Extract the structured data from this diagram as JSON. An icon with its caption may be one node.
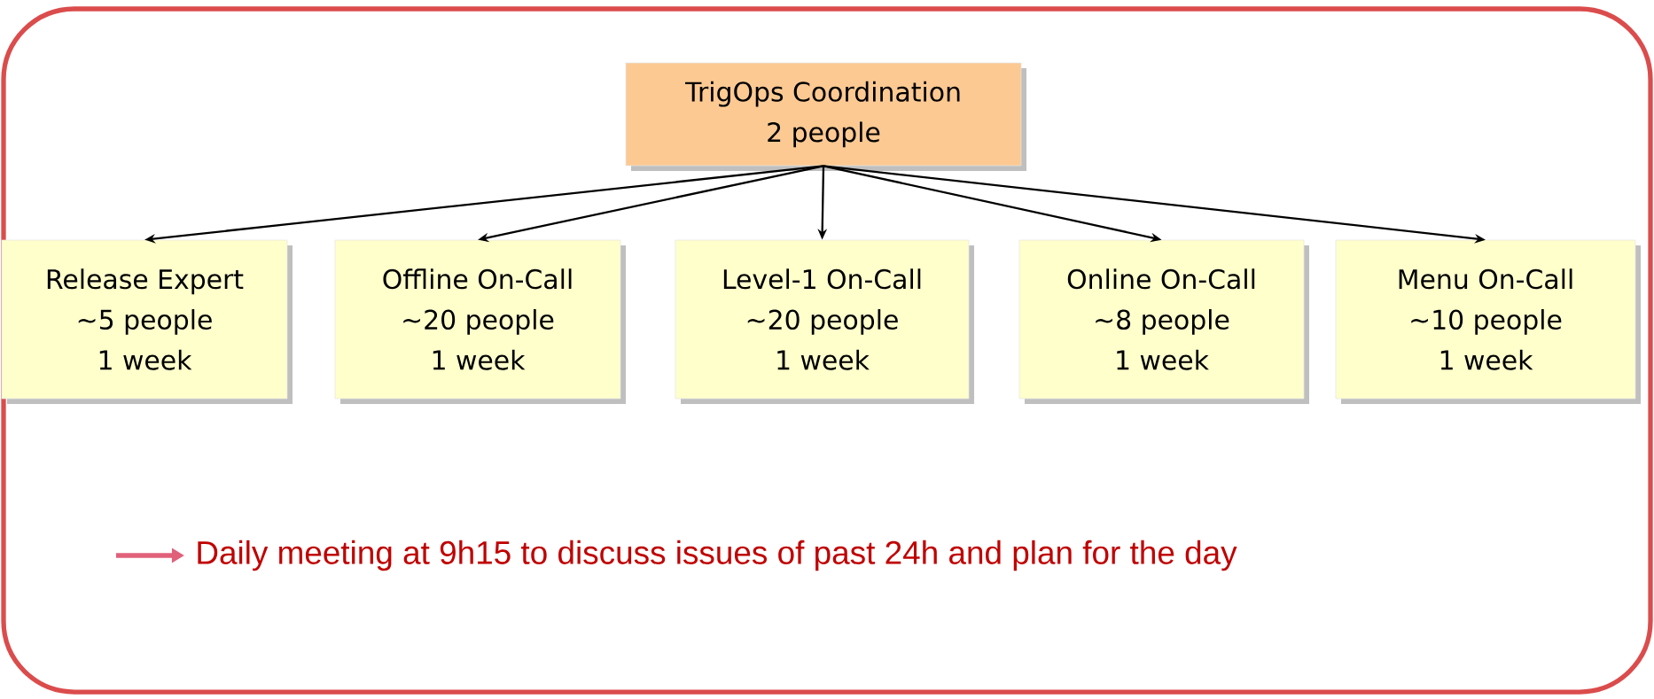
{
  "diagram": {
    "nodes": [
      {
        "text": [
          "TrigOps Coordination",
          "2 people"
        ]
      },
      {
        "text": [
          "Release Expert",
          "~5 people",
          "1 week"
        ]
      },
      {
        "text": [
          "Offline On-Call",
          "~20 people",
          "1 week"
        ]
      },
      {
        "text": [
          "Level-1 On-Call",
          "~20 people",
          "1 week"
        ]
      },
      {
        "text": [
          "Online On-Call",
          "~8 people",
          "1 week"
        ]
      },
      {
        "text": [
          "Menu On-Call",
          "~10 people",
          "1 week"
        ]
      }
    ],
    "edges": [
      {
        "from": 0,
        "to": 1,
        "arrow": "to"
      },
      {
        "from": 0,
        "to": 2,
        "arrow": "to"
      },
      {
        "from": 0,
        "to": 3,
        "arrow": "to"
      },
      {
        "from": 0,
        "to": 4,
        "arrow": "to"
      },
      {
        "from": 0,
        "to": 5,
        "arrow": "to"
      }
    ],
    "labels": [
      "Daily meeting at 9h15 to discuss issues of past 24h and plan for the day"
    ]
  }
}
